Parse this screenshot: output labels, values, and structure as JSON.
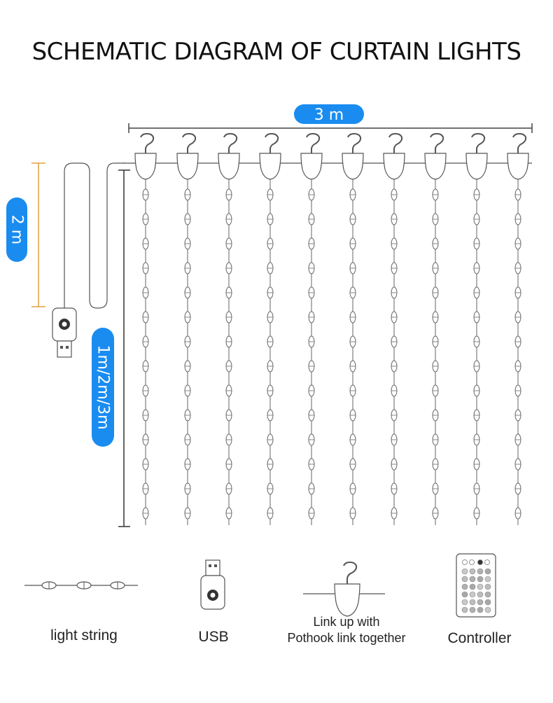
{
  "title": "SCHEMATIC DIAGRAM OF CURTAIN LIGHTS",
  "dimensions": {
    "width_label": "3 m",
    "cable_label": "2 m",
    "height_label": "1m/2m/3m"
  },
  "colors": {
    "pill": "#1a8cf0",
    "cable_dim": "#e0a040",
    "line": "#444444",
    "text": "#111111"
  },
  "legend": [
    {
      "icon": "light-string-icon",
      "label": "light string"
    },
    {
      "icon": "usb-plug-icon",
      "label": "USB"
    },
    {
      "icon": "pothook-icon",
      "label_line1": "Link up with",
      "label_line2": "Pothook link together"
    },
    {
      "icon": "remote-controller-icon",
      "label": "Controller"
    }
  ]
}
